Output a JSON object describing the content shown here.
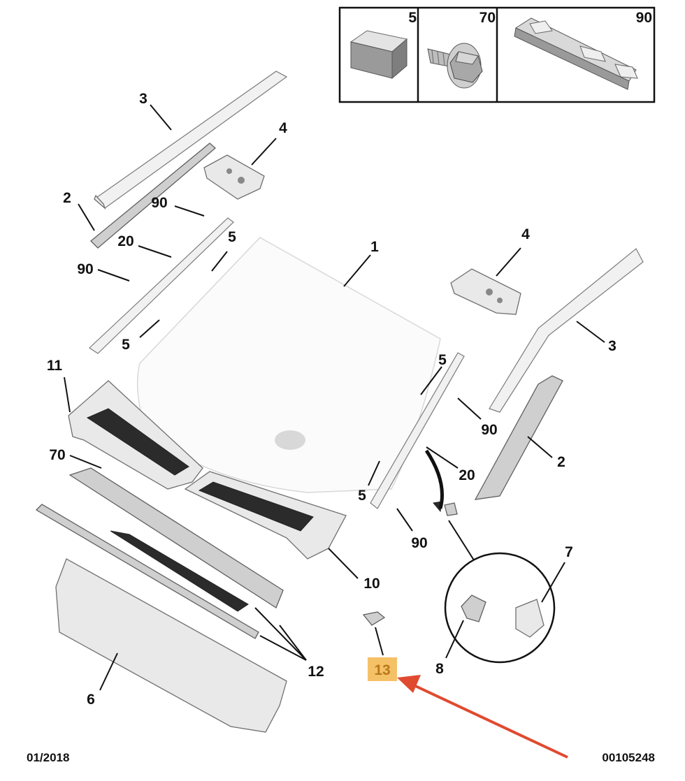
{
  "inset_labels": [
    "5",
    "70",
    "90"
  ],
  "part_labels": {
    "p1": "1",
    "p2_left": "2",
    "p2_right": "2",
    "p3_left": "3",
    "p3_right": "3",
    "p4_left": "4",
    "p4_right": "4",
    "p5_a": "5",
    "p5_b": "5",
    "p5_c": "5",
    "p5_d": "5",
    "p6": "6",
    "p7": "7",
    "p8": "8",
    "p10": "10",
    "p11": "11",
    "p12": "12",
    "p13": "13",
    "p20_left": "20",
    "p20_right": "20",
    "p70": "70",
    "p90_a": "90",
    "p90_b": "90",
    "p90_c": "90",
    "p90_d": "90"
  },
  "footer": {
    "date": "01/2018",
    "reference": "00105248"
  },
  "colors": {
    "highlight": "#f5c167",
    "arrow": "#e04a2f"
  },
  "highlighted_part": "13"
}
